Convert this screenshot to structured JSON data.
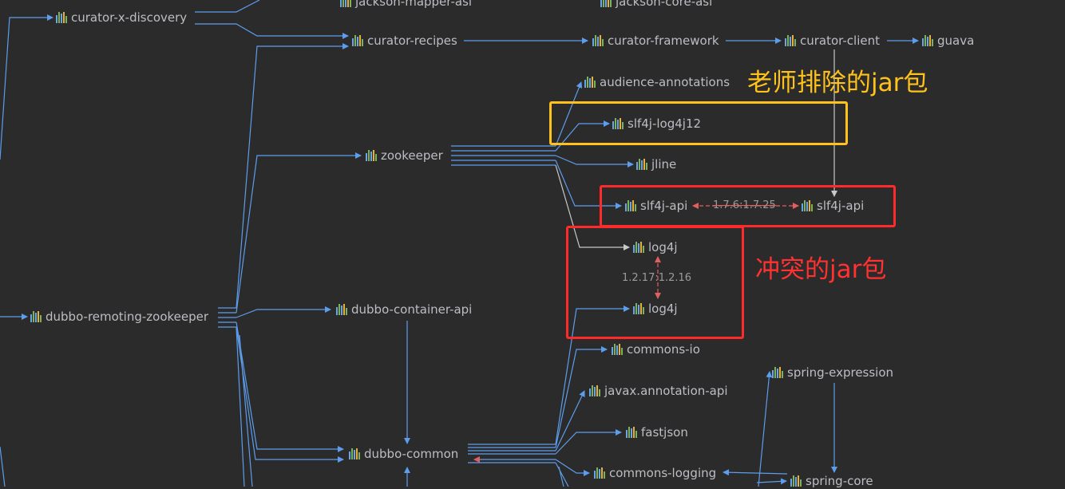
{
  "nodes": {
    "curator_x_discovery": "curator-x-discovery",
    "jackson_mapper_asl": "jackson-mapper-asl",
    "jackson_core_asl": "jackson-core-asl",
    "curator_recipes": "curator-recipes",
    "curator_framework": "curator-framework",
    "curator_client": "curator-client",
    "guava": "guava",
    "audience_annotations": "audience-annotations",
    "slf4j_log4j12": "slf4j-log4j12",
    "zookeeper": "zookeeper",
    "jline": "jline",
    "slf4j_api_left": "slf4j-api",
    "slf4j_api_right": "slf4j-api",
    "log4j_top": "log4j",
    "log4j_bottom": "log4j",
    "dubbo_remoting_zookeeper": "dubbo-remoting-zookeeper",
    "dubbo_container_api": "dubbo-container-api",
    "commons_io": "commons-io",
    "spring_expression": "spring-expression",
    "javax_annotation_api": "javax.annotation-api",
    "fastjson": "fastjson",
    "dubbo_common": "dubbo-common",
    "commons_logging": "commons-logging",
    "spring_core": "spring-core"
  },
  "conflicts": {
    "slf4j_versions": "1.7.6:1.7.25",
    "log4j_versions": "1.2.17:1.2.16"
  },
  "annotations": {
    "excluded": "老师排除的jar包",
    "conflict": "冲突的jar包"
  },
  "colors": {
    "background": "#2b2b2b",
    "edge": "#5c9ded",
    "gray_edge": "#c8c8c8",
    "conflict_edge": "#e06060",
    "annotation_orange": "#ffc21a",
    "annotation_red": "#ff3131",
    "text": "#bcbec4"
  },
  "icons": {
    "maven_module": "maven-module-icon"
  }
}
